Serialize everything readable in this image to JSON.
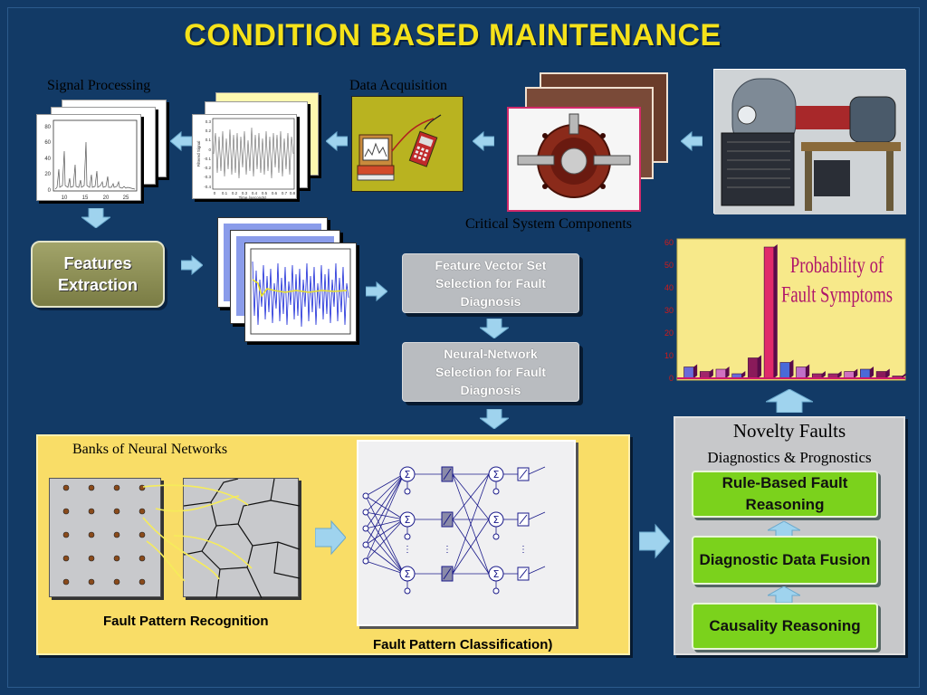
{
  "title": "CONDITION BASED MAINTENANCE",
  "labels": {
    "signal_processing": "Signal Processing",
    "data_acquisition": "Data Acquisition",
    "critical_components": "Critical System Components",
    "banks_nn": "Banks of Neural Networks",
    "fault_pattern_recognition": "Fault Pattern Recognition",
    "fault_pattern_classification": "Fault Pattern Classification)",
    "novelty_faults": "Novelty Faults",
    "diag_prog": "Diagnostics & Prognostics"
  },
  "buttons": {
    "features_extraction": "Features Extraction",
    "feature_vector": "Feature Vector Set Selection for Fault Diagnosis",
    "nn_selection": "Neural-Network Selection for Fault Diagnosis",
    "rule_based": "Rule-Based Fault Reasoning",
    "data_fusion": "Diagnostic Data Fusion",
    "causality": "Causality Reasoning"
  },
  "spectrum_plot": {
    "y_ticks": [
      "80",
      "60",
      "40",
      "20",
      "0"
    ],
    "x_ticks": [
      "10",
      "15",
      "20",
      "25"
    ]
  },
  "time_plot": {
    "y_ticks": [
      "0.3",
      "0.2",
      "0.1",
      "0",
      "-0.1",
      "-0.2",
      "-0.3",
      "-0.4"
    ],
    "x_ticks": [
      "0",
      "0.1",
      "0.2",
      "0.3",
      "0.4",
      "0.5",
      "0.6",
      "0.7",
      "0.8"
    ],
    "xlabel": "Time (seconds)",
    "ylabel": "Filtered Signal"
  },
  "chart_data": {
    "type": "bar",
    "title": "Probability of Fault Symptoms",
    "ylim": [
      0,
      60
    ],
    "y_ticks": [
      "0",
      "10",
      "20",
      "30",
      "40",
      "50",
      "60"
    ],
    "values": [
      5,
      3,
      4,
      2,
      9,
      58,
      7,
      5,
      2,
      2,
      3,
      4,
      3,
      1
    ],
    "colors": [
      "#6a6ad8",
      "#a0256a",
      "#d070c0",
      "#6a6ad8",
      "#8a1a5a",
      "#e02a6a",
      "#4a6ad8",
      "#c070c8",
      "#a0256a",
      "#a0256a",
      "#d070c0",
      "#4a6ad8",
      "#8a1a5a",
      "#a0256a"
    ]
  }
}
